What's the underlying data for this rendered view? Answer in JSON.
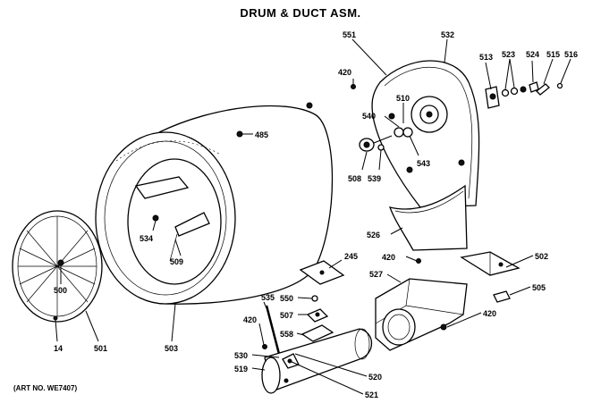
{
  "title": "DRUM & DUCT ASM.",
  "art_number": "(ART NO. WE7407)",
  "callouts": [
    {
      "id": "551",
      "text": "551"
    },
    {
      "id": "532",
      "text": "532"
    },
    {
      "id": "420a",
      "text": "420"
    },
    {
      "id": "510",
      "text": "510"
    },
    {
      "id": "513",
      "text": "513"
    },
    {
      "id": "523",
      "text": "523"
    },
    {
      "id": "524",
      "text": "524"
    },
    {
      "id": "515",
      "text": "515"
    },
    {
      "id": "516",
      "text": "516"
    },
    {
      "id": "540",
      "text": "540"
    },
    {
      "id": "485",
      "text": "485"
    },
    {
      "id": "508",
      "text": "508"
    },
    {
      "id": "539",
      "text": "539"
    },
    {
      "id": "543",
      "text": "543"
    },
    {
      "id": "526",
      "text": "526"
    },
    {
      "id": "534",
      "text": "534"
    },
    {
      "id": "509",
      "text": "509"
    },
    {
      "id": "245",
      "text": "245"
    },
    {
      "id": "420b",
      "text": "420"
    },
    {
      "id": "502",
      "text": "502"
    },
    {
      "id": "527",
      "text": "527"
    },
    {
      "id": "505",
      "text": "505"
    },
    {
      "id": "500",
      "text": "500"
    },
    {
      "id": "535",
      "text": "535"
    },
    {
      "id": "550",
      "text": "550"
    },
    {
      "id": "507",
      "text": "507"
    },
    {
      "id": "420c",
      "text": "420"
    },
    {
      "id": "420d",
      "text": "420"
    },
    {
      "id": "558",
      "text": "558"
    },
    {
      "id": "14",
      "text": "14"
    },
    {
      "id": "501",
      "text": "501"
    },
    {
      "id": "503",
      "text": "503"
    },
    {
      "id": "530",
      "text": "530"
    },
    {
      "id": "519",
      "text": "519"
    },
    {
      "id": "520",
      "text": "520"
    },
    {
      "id": "521",
      "text": "521"
    }
  ]
}
